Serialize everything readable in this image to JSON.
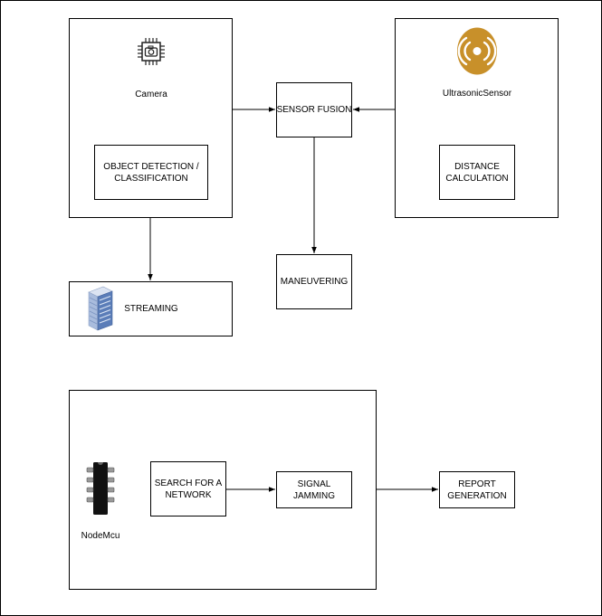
{
  "diagram": {
    "camera": {
      "label": "Camera",
      "icon": "camera-chip-icon"
    },
    "object_detection": {
      "label_line1": "OBJECT DETECTION /",
      "label_line2": "CLASSIFICATION"
    },
    "sensor_fusion": {
      "label": "SENSOR FUSION"
    },
    "ultrasonic": {
      "label": "UltrasonicSensor",
      "icon": "ultrasonic-sensor-icon",
      "icon_color": "#C8902A"
    },
    "distance_calc": {
      "label_line1": "DISTANCE",
      "label_line2": "CALCULATION"
    },
    "maneuvering": {
      "label": "MANEUVERING"
    },
    "streaming": {
      "label": "STREAMING",
      "icon": "server-rack-icon",
      "icon_color": "#5B7DB8"
    },
    "nodemcu": {
      "label": "NodeMcu",
      "icon": "microchip-icon"
    },
    "search_network": {
      "label_line1": "SEARCH FOR A",
      "label_line2": "NETWORK"
    },
    "signal_jamming": {
      "label": "SIGNAL JAMMING"
    },
    "report_generation": {
      "label_line1": "REPORT",
      "label_line2": "GENERATION"
    }
  }
}
